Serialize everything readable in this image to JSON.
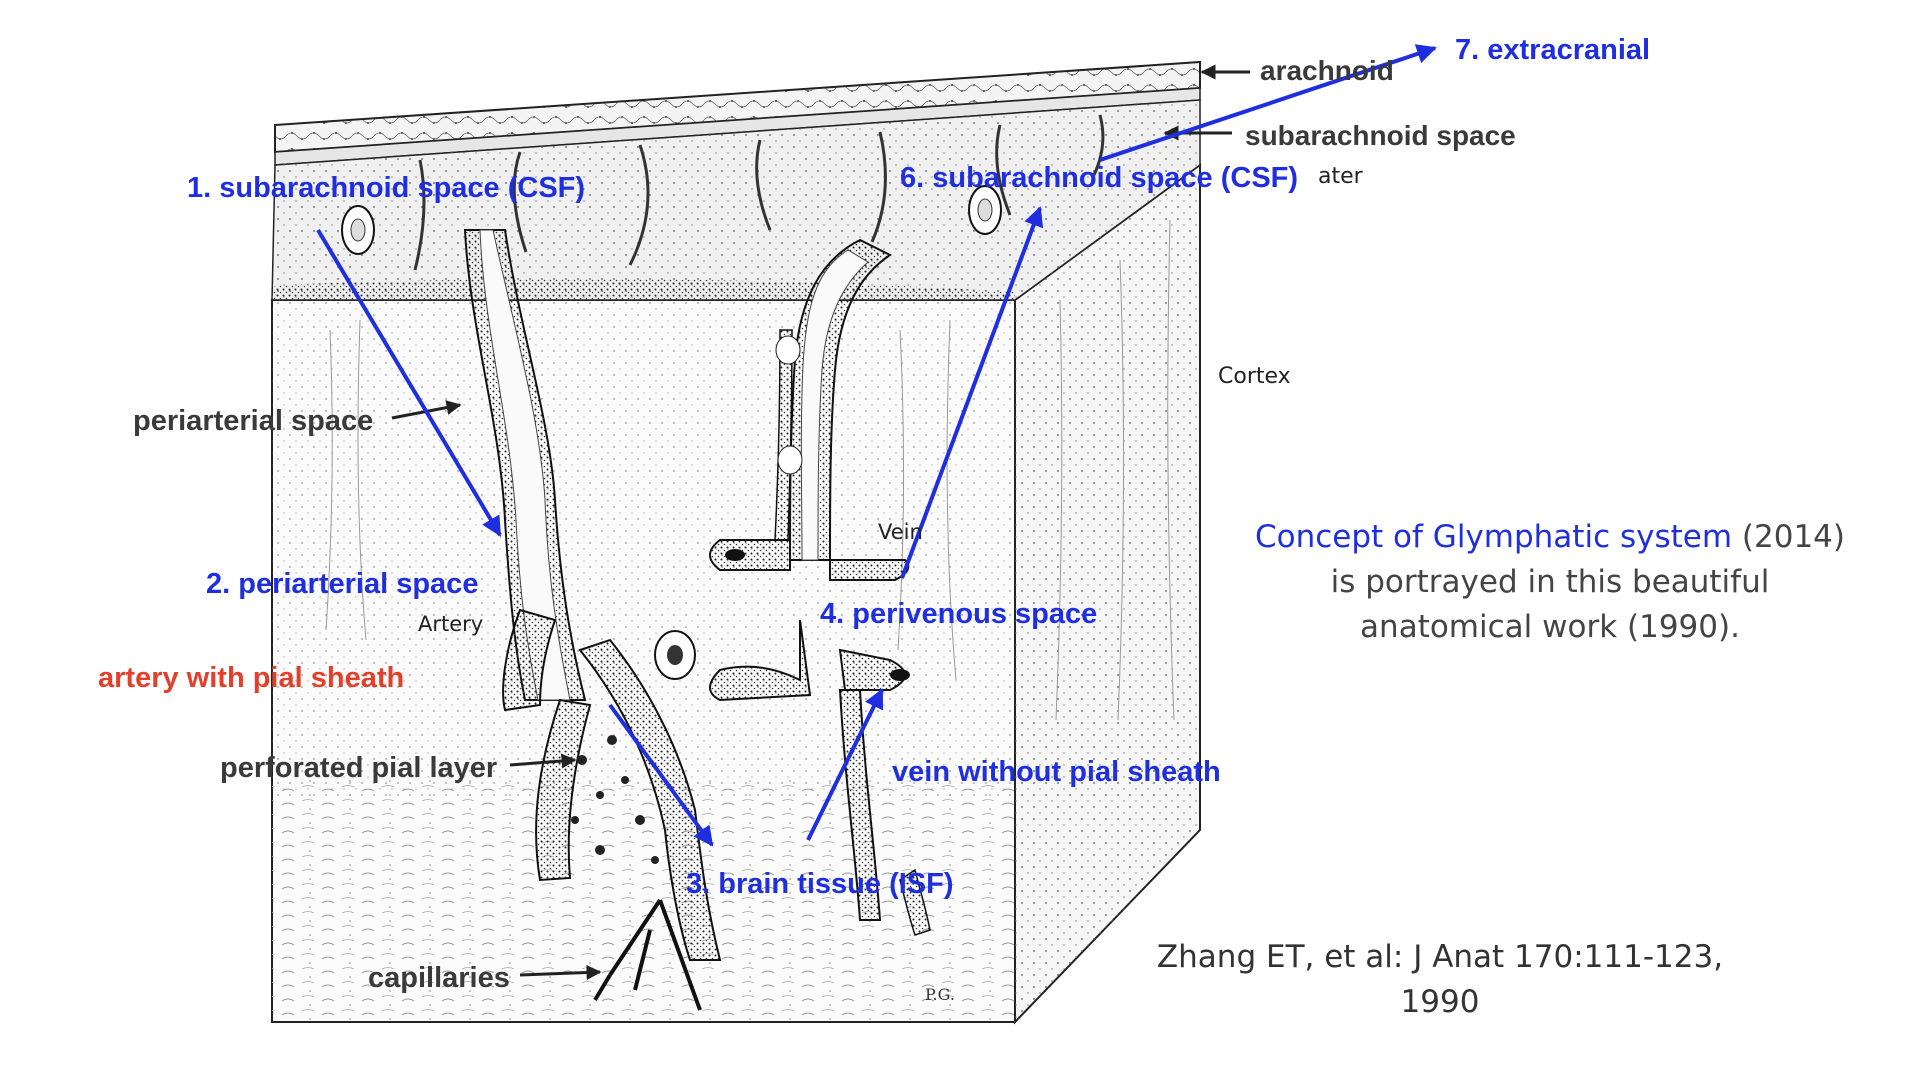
{
  "labels": {
    "arachnoid": "arachnoid",
    "subarachnoid_space_black": "subarachnoid space",
    "pia_mater_fragment": "ater",
    "cortex": "Cortex",
    "vein": "Vein",
    "artery": "Artery",
    "step1": "1. subarachnoid space (CSF)",
    "step2": "2. periarterial space",
    "step3": "3. brain tissue (ISF)",
    "step4": "4. perivenous space",
    "step6": "6. subarachnoid space (CSF)",
    "step7": "7. extracranial",
    "periarterial_space": "periarterial space",
    "artery_with_pial_sheath": "artery with pial sheath",
    "perforated_pial_layer": "perforated pial layer",
    "vein_without_pial_sheath": "vein without pial sheath",
    "capillaries": "capillaries",
    "signature": "P.G."
  },
  "caption": {
    "highlight": "Concept of Glymphatic system",
    "year": " (2014)",
    "line2": "is portrayed in this beautiful",
    "line3": "anatomical work (1990)."
  },
  "citation": {
    "line1": "Zhang ET, et al: J Anat 170:111-123,",
    "line2": "1990"
  },
  "colors": {
    "blue_arrow": "#1f2fe0",
    "blue_text": "#1f2fe0",
    "dark_text": "#3a3a3a",
    "red_text": "#e2402a"
  }
}
